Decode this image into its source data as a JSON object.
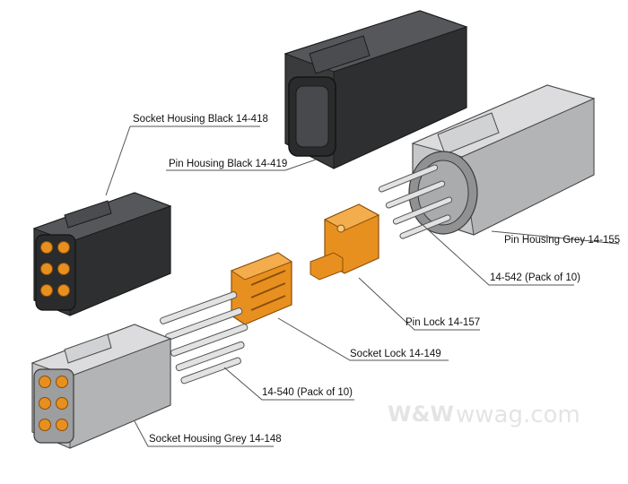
{
  "labels": {
    "socket_housing_black": "Socket Housing Black 14-418",
    "pin_housing_black": "Pin Housing Black 14-419",
    "pin_housing_grey": "Pin Housing Grey 14-155",
    "pack_542": "14-542 (Pack of 10)",
    "pin_lock": "Pin Lock 14-157",
    "socket_lock": "Socket Lock 14-149",
    "pack_540": "14-540 (Pack of 10)",
    "socket_housing_grey": "Socket Housing Grey 14-148"
  },
  "watermark": {
    "text": "wwag.com",
    "logo": "W&W"
  },
  "colors": {
    "black_housing": "#3a3b3d",
    "grey_housing": "#c6c7c9",
    "orange_part": "#e8901f",
    "terminal": "#d8d8d8",
    "leader_line": "#555555"
  }
}
